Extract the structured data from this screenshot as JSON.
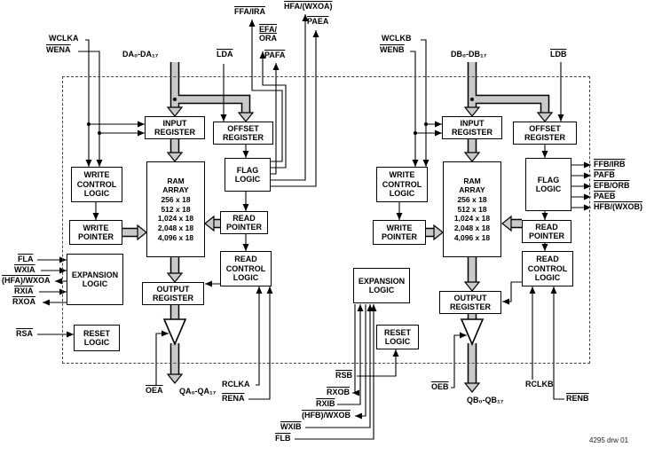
{
  "drawing_number": "4295 drw 01",
  "colors": {
    "bus_fill": "#c9c9c9",
    "line": "#000000"
  },
  "blocks": {
    "input_register": "INPUT\nREGISTER",
    "offset_register": "OFFSET\nREGISTER",
    "flag_logic": "FLAG\nLOGIC",
    "write_control_logic": "WRITE\nCONTROL\nLOGIC",
    "write_pointer": "WRITE\nPOINTER",
    "read_pointer": "READ\nPOINTER",
    "read_control_logic": "READ\nCONTROL\nLOGIC",
    "expansion_logic": "EXPANSION\nLOGIC",
    "output_register": "OUTPUT\nREGISTER",
    "reset_logic": "RESET\nLOGIC",
    "ram_array": "RAM\nARRAY\n256 x 18\n512 x 18\n1,024 x 18\n2,048 x 18\n4,096 x 18"
  },
  "signals": {
    "a": {
      "wclk": "WCLKA",
      "wen": "WENA",
      "data_in": "DA₀-DA₁₇",
      "ld": "LDA",
      "ff_ir": "FFA/IRA",
      "ef_or": "EFA/\nORA",
      "paf": "PAFA",
      "hf_wxo_top": "HFA/(WXOA)",
      "pae": "PAEA",
      "fl": "FLA",
      "wxi": "WXIA",
      "hf_wxo": "(HFA)/WXOA",
      "rxi": "RXIA",
      "rxo": "RXOA",
      "rs": "RSA",
      "oe": "OEA",
      "data_out": "QA₀-QA₁₇",
      "rclk": "RCLKA",
      "ren": "RENA"
    },
    "b": {
      "wclk": "WCLKB",
      "wen": "WENB",
      "data_in": "DB₀-DB₁₇",
      "ld": "LDB",
      "ff_ir": "FFB/IRB",
      "paf": "PAFB",
      "ef_or": "EFB/ORB",
      "pae": "PAEB",
      "hf_wxo_side": "HFB/(WXOB)",
      "rs": "RSB",
      "rxo": "RXOB",
      "rxi": "RXIB",
      "hf_wxo": "(HFB)/WXOB",
      "wxi": "WXIB",
      "fl": "FLB",
      "oe": "OEB",
      "data_out": "QB₀-QB₁₇",
      "rclk": "RCLKB",
      "ren": "RENB"
    }
  }
}
